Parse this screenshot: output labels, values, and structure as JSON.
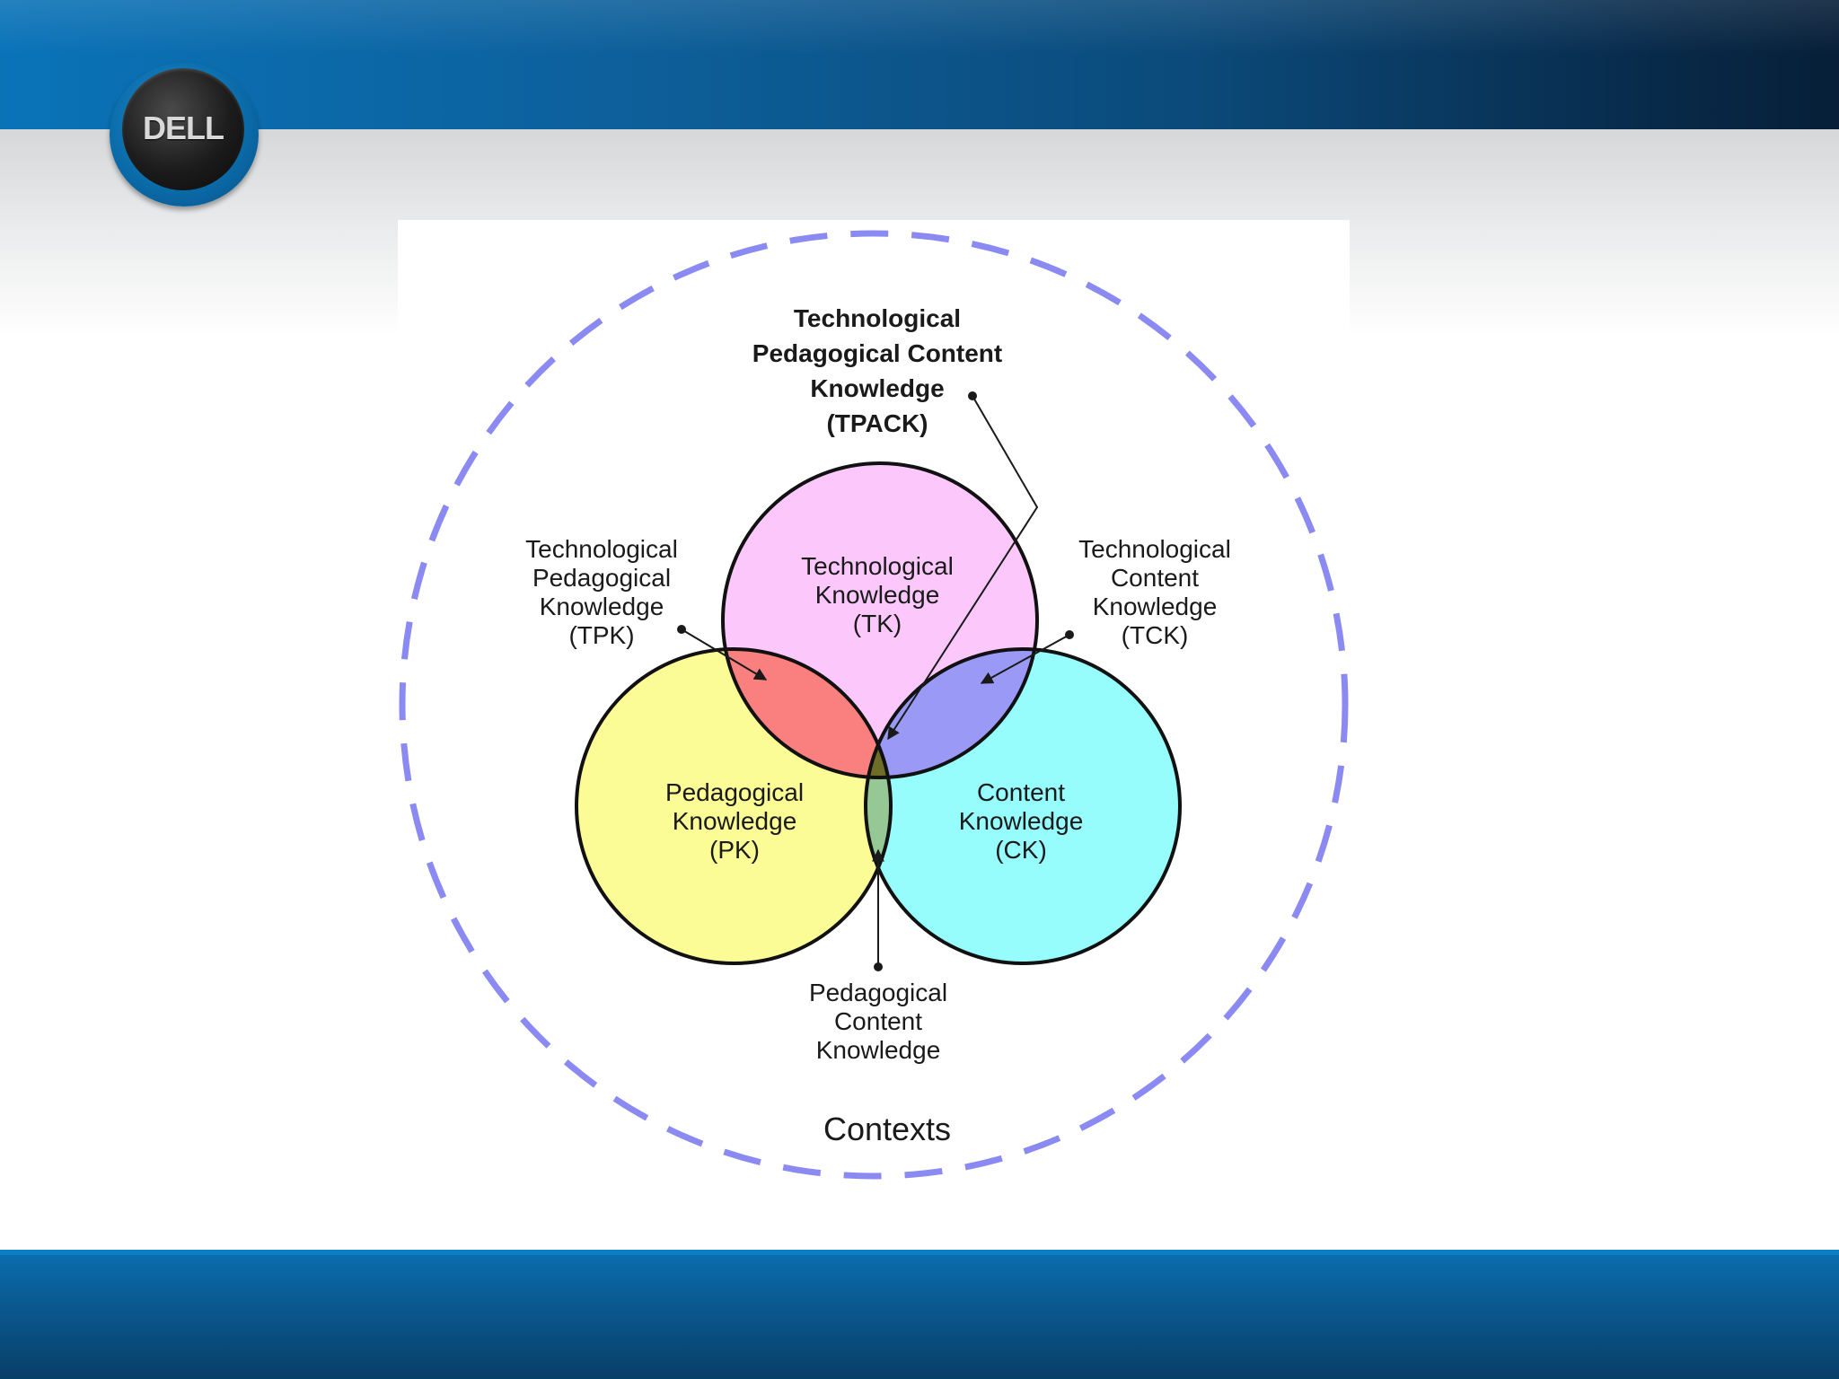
{
  "logo": {
    "text": "DELL"
  },
  "diagram": {
    "tpack": {
      "line1": "Technological",
      "line2": "Pedagogical Content",
      "line3": "Knowledge",
      "line4": "(TPACK)"
    },
    "tk": {
      "line1": "Technological",
      "line2": "Knowledge",
      "line3": "(TK)"
    },
    "pk": {
      "line1": "Pedagogical",
      "line2": "Knowledge",
      "line3": "(PK)"
    },
    "ck": {
      "line1": "Content",
      "line2": "Knowledge",
      "line3": "(CK)"
    },
    "tpk": {
      "line1": "Technological",
      "line2": "Pedagogical",
      "line3": "Knowledge",
      "line4": "(TPK)"
    },
    "tck": {
      "line1": "Technological",
      "line2": "Content",
      "line3": "Knowledge",
      "line4": "(TCK)"
    },
    "pck": {
      "line1": "Pedagogical",
      "line2": "Content",
      "line3": "Knowledge"
    },
    "contexts": "Contexts"
  },
  "colors": {
    "technological": "#fcc8fc",
    "pedagogical": "#fcfc96",
    "content": "#96fcfc",
    "tpk_overlap": "#fa8080",
    "tck_overlap": "#9a9af6",
    "pck_overlap": "#96c896",
    "tpack_center": "#6e6e28",
    "contexts_ring": "#8a8af2"
  }
}
